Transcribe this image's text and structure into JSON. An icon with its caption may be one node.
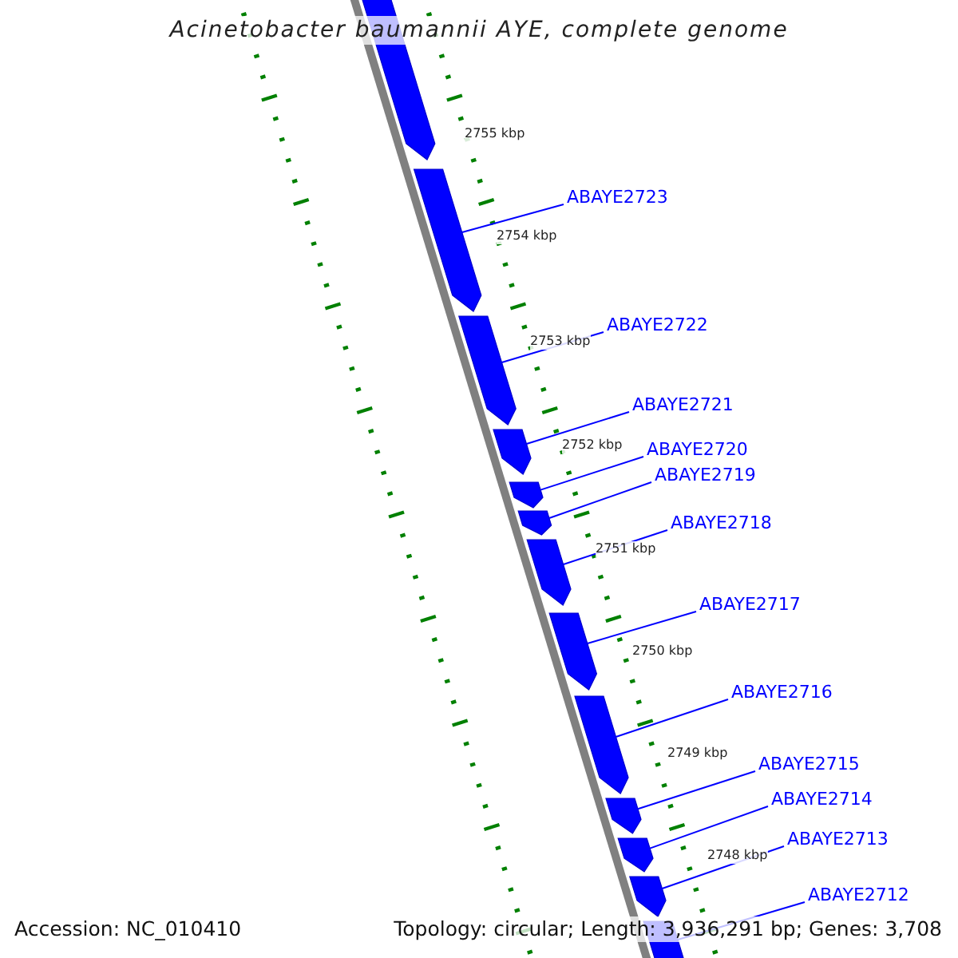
{
  "diagram": {
    "title": "Acinetobacter baumannii AYE, complete genome",
    "nodes": [
      {
        "text": [
          "ABAYE2723"
        ]
      },
      {
        "text": [
          "ABAYE2722"
        ]
      },
      {
        "text": [
          "ABAYE2721"
        ]
      },
      {
        "text": [
          "ABAYE2720"
        ]
      },
      {
        "text": [
          "ABAYE2719"
        ]
      },
      {
        "text": [
          "ABAYE2718"
        ]
      },
      {
        "text": [
          "ABAYE2717"
        ]
      },
      {
        "text": [
          "ABAYE2716"
        ]
      },
      {
        "text": [
          "ABAYE2715"
        ]
      },
      {
        "text": [
          "ABAYE2714"
        ]
      },
      {
        "text": [
          "ABAYE2713"
        ]
      },
      {
        "text": [
          "ABAYE2712"
        ]
      },
      {
        "text": [],
        "shape": "bar"
      },
      {
        "text": [],
        "shape": "bar"
      },
      {
        "text": [],
        "shape": "bar"
      },
      {
        "text": [],
        "shape": "bar"
      },
      {
        "text": [],
        "shape": "bar"
      },
      {
        "text": [],
        "shape": "bar"
      },
      {
        "text": [],
        "shape": "bar"
      },
      {
        "text": [],
        "shape": "bar"
      },
      {
        "text": [],
        "shape": "bar"
      },
      {
        "text": [],
        "shape": "bar"
      },
      {
        "text": [],
        "shape": "bar"
      },
      {
        "text": [],
        "shape": "bar"
      },
      {
        "text": [],
        "shape": "bar"
      }
    ],
    "edges": [
      {
        "from": 0,
        "to": 13,
        "arrow": "none"
      },
      {
        "from": 1,
        "to": 14,
        "arrow": "none"
      },
      {
        "from": 2,
        "to": 15,
        "arrow": "none"
      },
      {
        "from": 3,
        "to": 16,
        "arrow": "none"
      },
      {
        "from": 4,
        "to": 17,
        "arrow": "none"
      },
      {
        "from": 5,
        "to": 18,
        "arrow": "none"
      },
      {
        "from": 6,
        "to": 19,
        "arrow": "none"
      },
      {
        "from": 7,
        "to": 20,
        "arrow": "none"
      },
      {
        "from": 8,
        "to": 21,
        "arrow": "none"
      },
      {
        "from": 9,
        "to": 22,
        "arrow": "none"
      },
      {
        "from": 10,
        "to": 23,
        "arrow": "none"
      },
      {
        "from": 11,
        "to": 24,
        "arrow": "none"
      }
    ],
    "labels": [
      "2755 kbp",
      "2754 kbp",
      "2753 kbp",
      "2752 kbp",
      "2751 kbp",
      "2750 kbp",
      "2749 kbp",
      "2748 kbp",
      "Accession: NC_010410",
      "Topology: circular; Length: 3,936,291 bp; Genes: 3,708"
    ]
  }
}
